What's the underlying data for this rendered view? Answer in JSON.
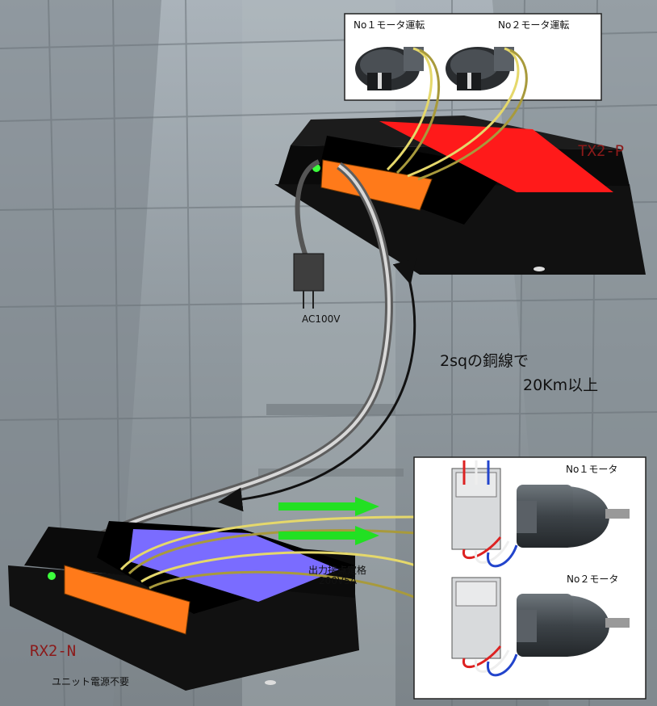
{
  "switch_labels": {
    "no1_motor_run": "No１モータ運転",
    "no2_motor_run": "No２モータ運転"
  },
  "transmitter": {
    "model": "TX2-P",
    "power_label": "AC100V"
  },
  "cable_note": {
    "line1": "2sqの銅線で",
    "line2": "20Km以上"
  },
  "receiver": {
    "model": "RX2-N",
    "power_note": "ユニット電源不要",
    "output_rating_label": "出力接点定格",
    "output_rating_value": "200V5A"
  },
  "motors": {
    "motor1": "No１モータ",
    "motor2": "No２モータ"
  },
  "colors": {
    "tx_label": "#ff1a1a",
    "rx_label": "#7a6cff",
    "terminal": "#ff7a1a",
    "signal_arrow": "#22e022",
    "model_text": "#8b1a1a"
  }
}
